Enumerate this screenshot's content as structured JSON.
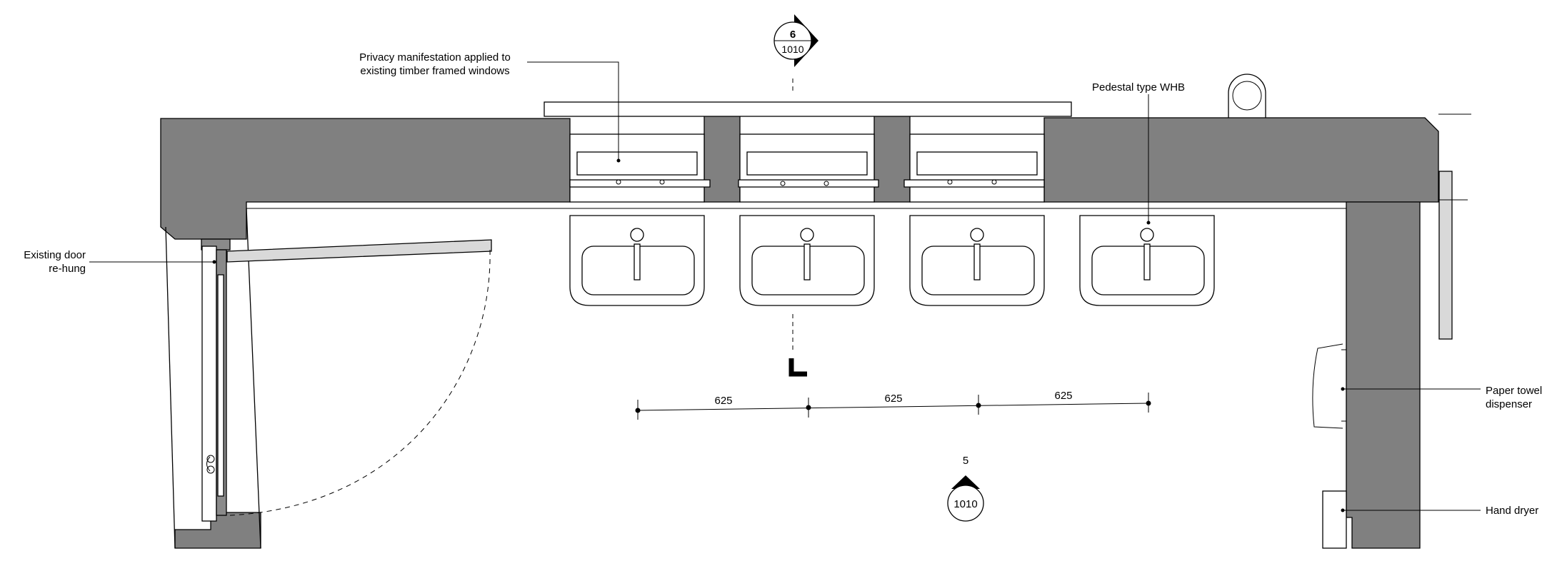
{
  "annotations": {
    "privacy_line1": "Privacy manifestation applied to",
    "privacy_line2": "existing timber framed windows",
    "pedestal": "Pedestal type WHB",
    "door_line1": "Existing door",
    "door_line2": "re-hung",
    "towel_line1": "Paper towel",
    "towel_line2": "dispenser",
    "hand_dryer": "Hand dryer"
  },
  "section_marker": {
    "number": "6",
    "sheet": "1010"
  },
  "elevation_marker": {
    "number": "5",
    "sheet": "1010"
  },
  "dimensions": [
    "625",
    "625",
    "625"
  ],
  "colors": {
    "wall": "#808080",
    "line": "#000000",
    "background": "#ffffff"
  }
}
